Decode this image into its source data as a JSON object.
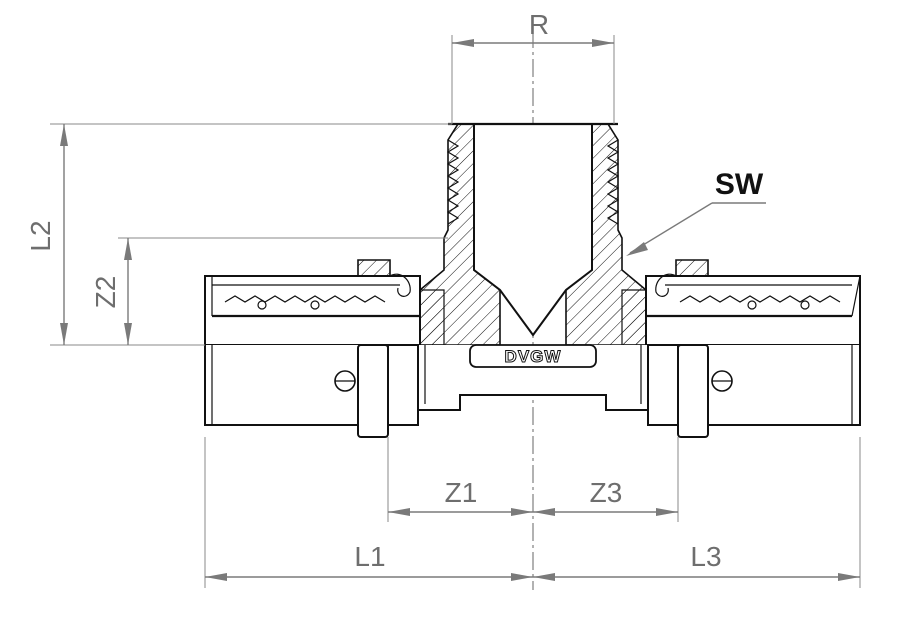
{
  "drawing": {
    "labels": {
      "r": "R",
      "sw": "SW",
      "l2": "L2",
      "z2": "Z2",
      "z1": "Z1",
      "z3": "Z3",
      "l1": "L1",
      "l3": "L3"
    },
    "marking": "DVGW",
    "colors": {
      "outline": "#111111",
      "dimension": "#7a7a7a",
      "background": "#ffffff"
    }
  }
}
